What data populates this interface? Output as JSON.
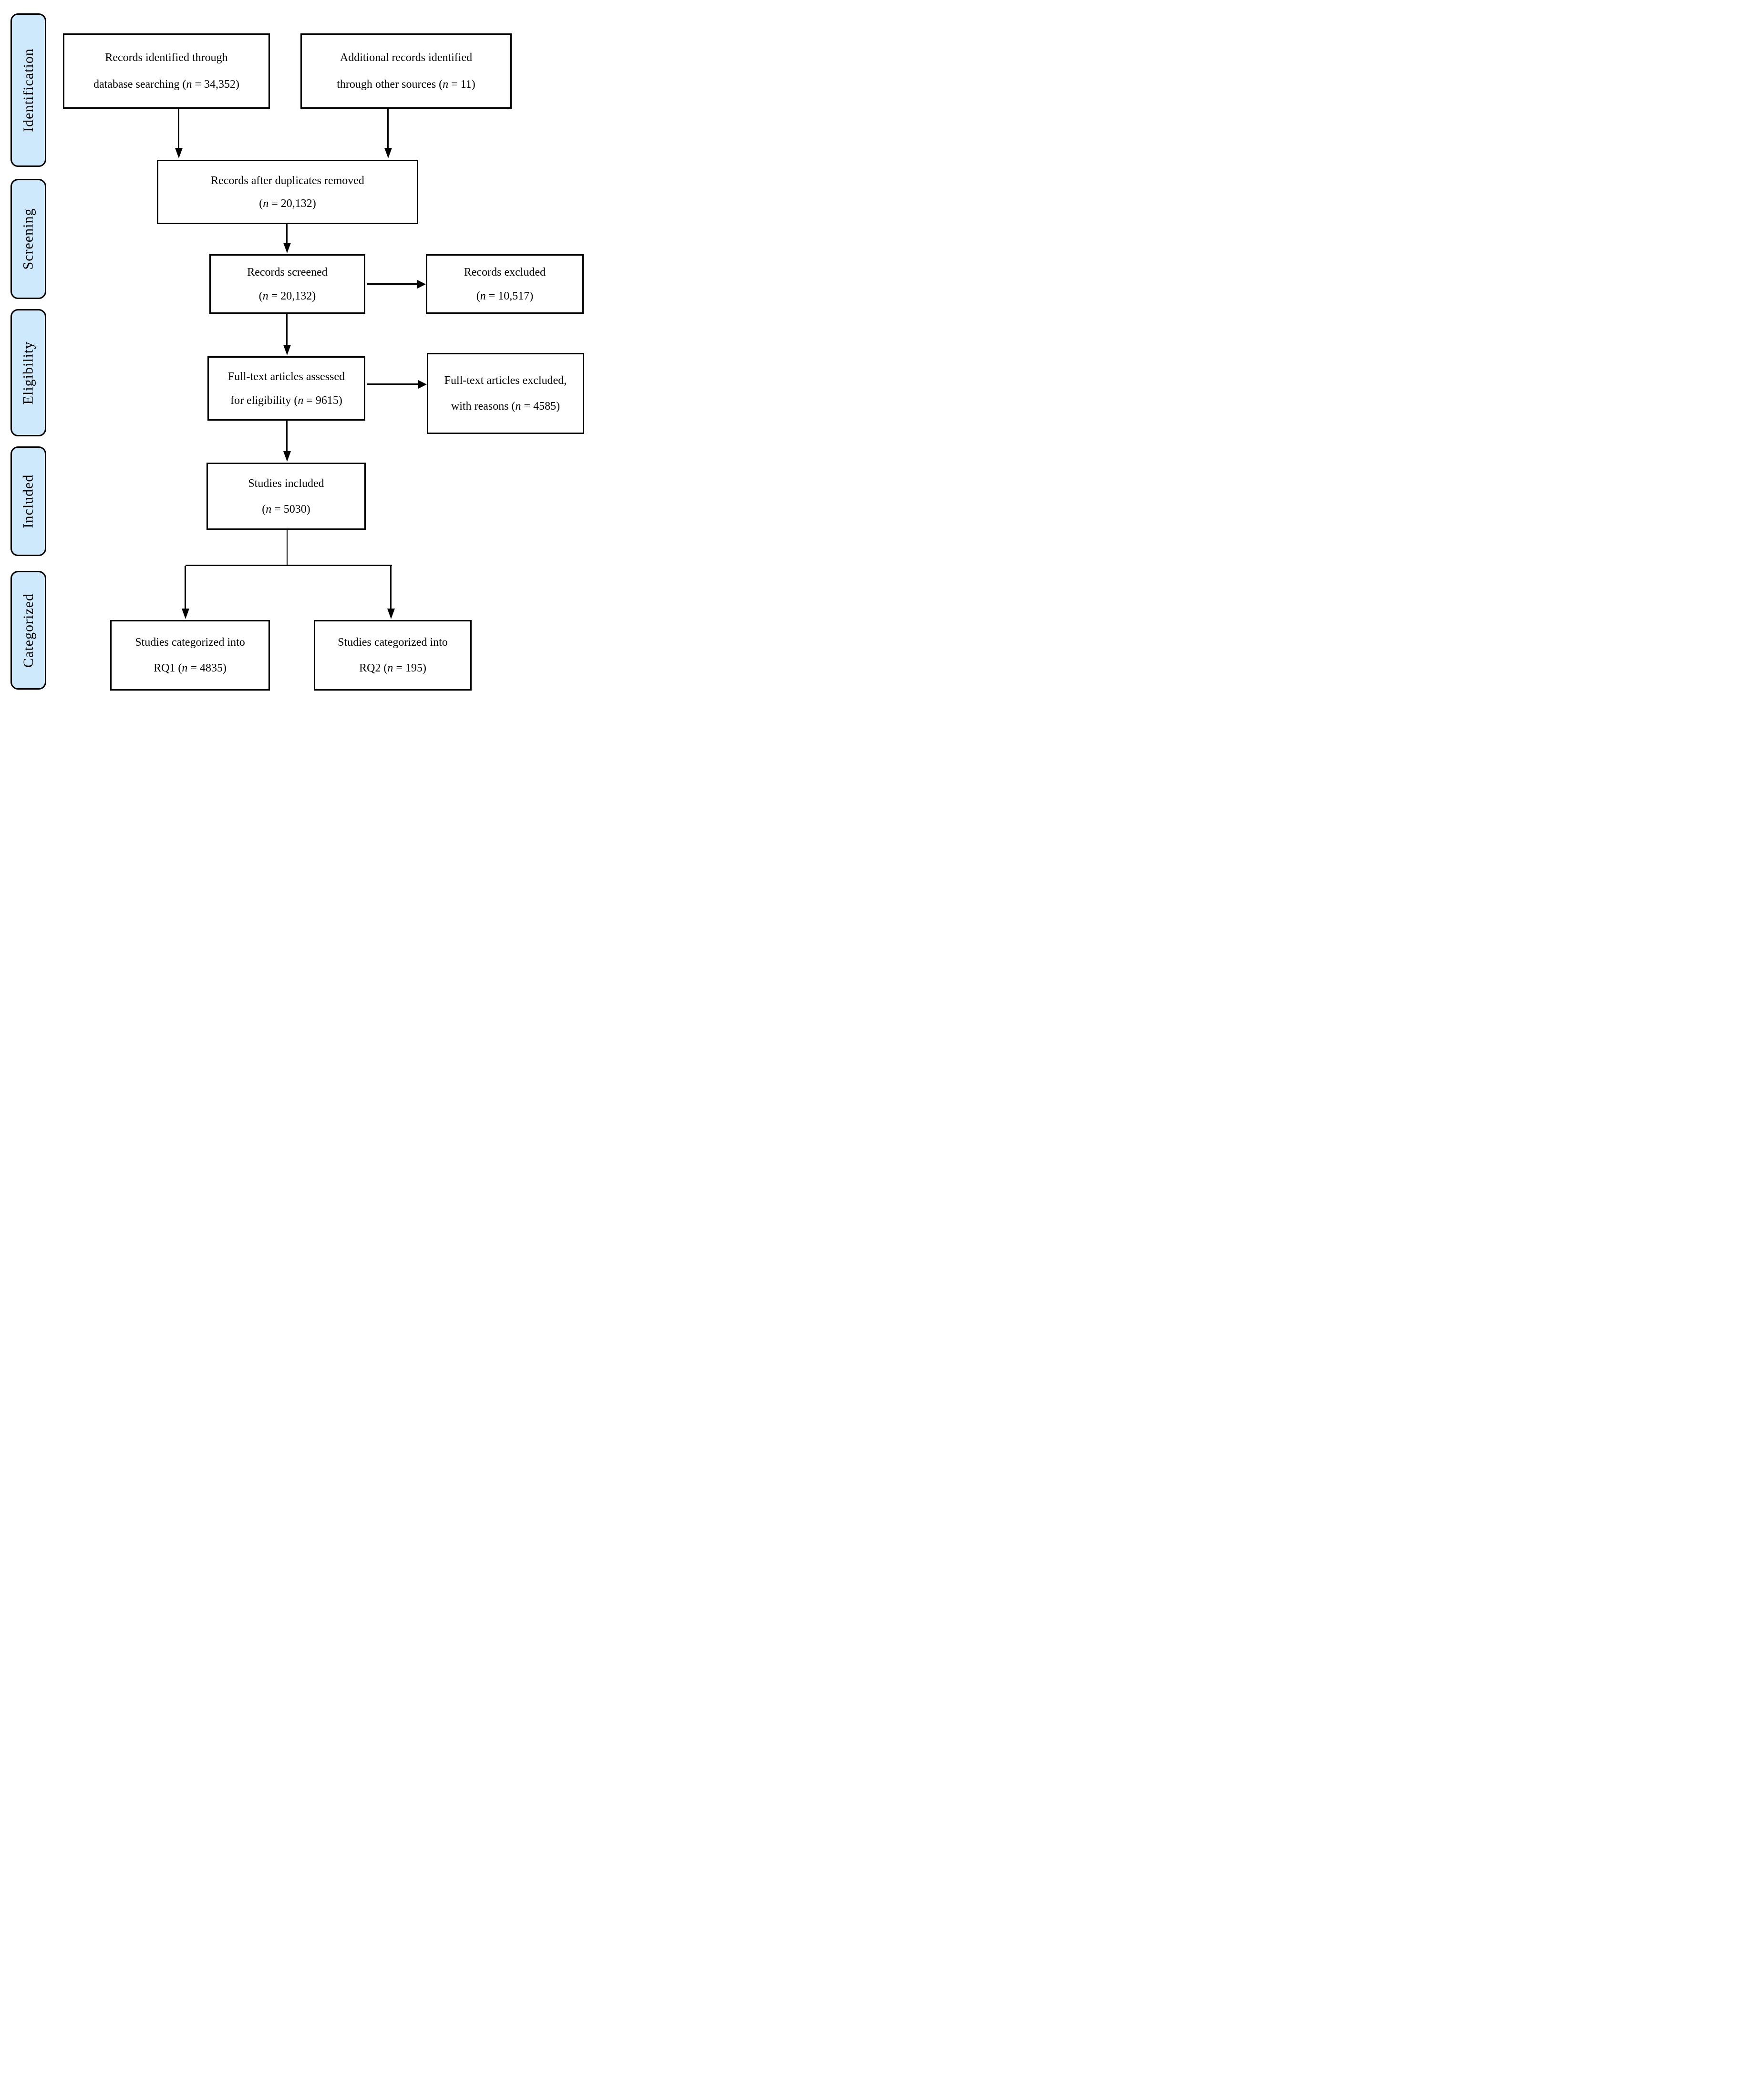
{
  "figure": {
    "kind": "prisma-flow-diagram"
  },
  "colors": {
    "stage_fill": "#cde9fb",
    "box_fill": "#ffffff",
    "line": "#000000",
    "background": "#ffffff"
  },
  "stages": [
    {
      "label": "Identification"
    },
    {
      "label": "Screening"
    },
    {
      "label": "Eligibility"
    },
    {
      "label": "Included"
    },
    {
      "label": "Categorized"
    }
  ],
  "boxes": [
    {
      "name": "records-identified",
      "line1": "Records identified through",
      "line2_pre": "database searching (",
      "n": "n",
      "line2_post": " = 34,352)"
    },
    {
      "name": "additional-records",
      "line1": "Additional records identified",
      "line2_pre": "through other sources (",
      "n": "n",
      "line2_post": " = 11)"
    },
    {
      "name": "duplicates-removed",
      "line1": "Records after duplicates removed",
      "line2_pre": "(",
      "n": "n",
      "line2_post": " = 20,132)"
    },
    {
      "name": "records-screened",
      "line1": "Records screened",
      "line2_pre": "(",
      "n": "n",
      "line2_post": " = 20,132)"
    },
    {
      "name": "records-excluded",
      "line1": "Records excluded",
      "line2_pre": "(",
      "n": "n",
      "line2_post": " = 10,517)"
    },
    {
      "name": "fulltext-assessed",
      "line1": "Full-text articles assessed",
      "line2_pre": "for eligibility (",
      "n": "n",
      "line2_post": " = 9615)"
    },
    {
      "name": "fulltext-excluded",
      "line1": "Full-text articles excluded,",
      "line2_pre": "with reasons (",
      "n": "n",
      "line2_post": " = 4585)"
    },
    {
      "name": "studies-included",
      "line1": "Studies included",
      "line2_pre": "(",
      "n": "n",
      "line2_post": " = 5030)"
    },
    {
      "name": "studies-rq1",
      "line1": "Studies categorized into",
      "line2_pre": "RQ1 (",
      "n": "n",
      "line2_post": " = 4835)"
    },
    {
      "name": "studies-rq2",
      "line1": "Studies categorized into",
      "line2_pre": "RQ2 (",
      "n": "n",
      "line2_post": " = 195)"
    }
  ]
}
